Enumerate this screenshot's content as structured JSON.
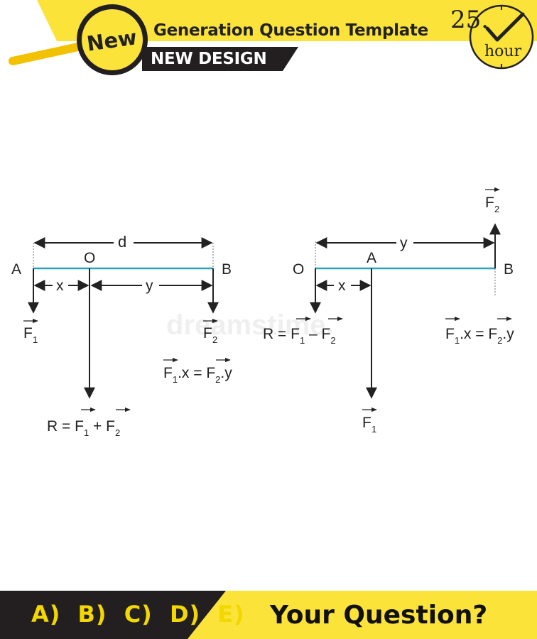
{
  "header": {
    "badge": "New",
    "title": "Generation Question Template",
    "subtitle": "NEW DESIGN",
    "clock_number": "25.",
    "clock_unit": "hour"
  },
  "colors": {
    "accent_yellow": "#fce33a",
    "dark": "#231f20",
    "rod": "#2ba3b8",
    "ink": "#222222"
  },
  "icons": [
    "magnifier-icon",
    "clock-check-icon"
  ],
  "diagram_left": {
    "labels": {
      "A": "A",
      "O": "O",
      "B": "B",
      "d": "d",
      "x": "x",
      "y": "y"
    },
    "force_A": {
      "base": "F",
      "sub": "1"
    },
    "force_B": {
      "base": "F",
      "sub": "2"
    },
    "moment": {
      "l1": "F",
      "s1": "1",
      "mid": ".x = ",
      "l2": "F",
      "s2": "2",
      "end": ".y"
    },
    "resultant": {
      "lead": "R = ",
      "f1": "F",
      "s1": "1",
      "op": " + ",
      "f2": "F",
      "s2": "2"
    }
  },
  "diagram_right": {
    "labels": {
      "O": "O",
      "A": "A",
      "B": "B",
      "x": "x",
      "y": "y"
    },
    "force_B": {
      "base": "F",
      "sub": "2"
    },
    "force_A": {
      "base": "F",
      "sub": "1"
    },
    "moment": {
      "l1": "F",
      "s1": "1",
      "mid": ".x = ",
      "l2": "F",
      "s2": "2",
      "end": ".y"
    },
    "resultant": {
      "lead": "R = ",
      "f1": "F",
      "s1": "1",
      "op": " – ",
      "f2": "F",
      "s2": "2"
    }
  },
  "watermark": "dreamstime.",
  "footer": {
    "answers": [
      "A)",
      "B)",
      "C)",
      "D)",
      "E)"
    ],
    "question": "Your Question?"
  }
}
